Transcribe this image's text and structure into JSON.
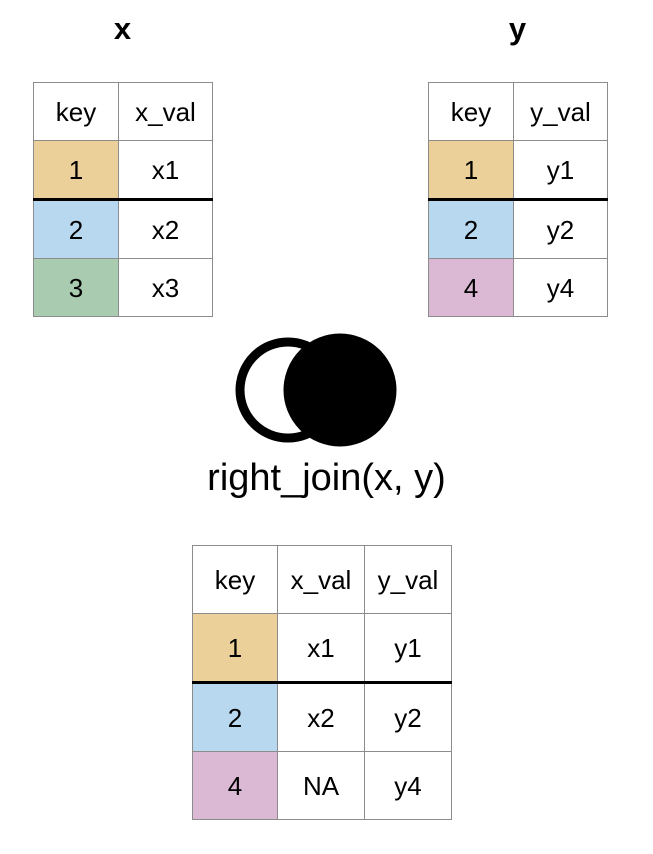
{
  "diagram": {
    "kind": "dplyr-join-illustration",
    "operation_label": "right_join(x, y)",
    "venn": {
      "left_circle_name": "x",
      "left_circle_fill": "none",
      "right_circle_name": "y",
      "right_circle_fill": "#000000",
      "stroke": "#000000"
    }
  },
  "palette": {
    "key_1": "#ebd09a",
    "key_2": "#b8d8f0",
    "key_3": "#a9ccb0",
    "key_4": "#dbb9d4",
    "border": "#8c8c8c",
    "thick_rule": "#000000",
    "background": "#ffffff"
  },
  "table_x": {
    "title": "x",
    "headers": [
      "key",
      "x_val"
    ],
    "rows": [
      {
        "key": "1",
        "x_val": "x1",
        "key_color": "#ebd09a"
      },
      {
        "key": "2",
        "x_val": "x2",
        "key_color": "#b8d8f0"
      },
      {
        "key": "3",
        "x_val": "x3",
        "key_color": "#a9ccb0"
      }
    ]
  },
  "table_y": {
    "title": "y",
    "headers": [
      "key",
      "y_val"
    ],
    "rows": [
      {
        "key": "1",
        "y_val": "y1",
        "key_color": "#ebd09a"
      },
      {
        "key": "2",
        "y_val": "y2",
        "key_color": "#b8d8f0"
      },
      {
        "key": "4",
        "y_val": "y4",
        "key_color": "#dbb9d4"
      }
    ]
  },
  "table_result": {
    "headers": [
      "key",
      "x_val",
      "y_val"
    ],
    "rows": [
      {
        "key": "1",
        "x_val": "x1",
        "y_val": "y1",
        "key_color": "#ebd09a"
      },
      {
        "key": "2",
        "x_val": "x2",
        "y_val": "y2",
        "key_color": "#b8d8f0"
      },
      {
        "key": "4",
        "x_val": "NA",
        "y_val": "y4",
        "key_color": "#dbb9d4"
      }
    ]
  }
}
